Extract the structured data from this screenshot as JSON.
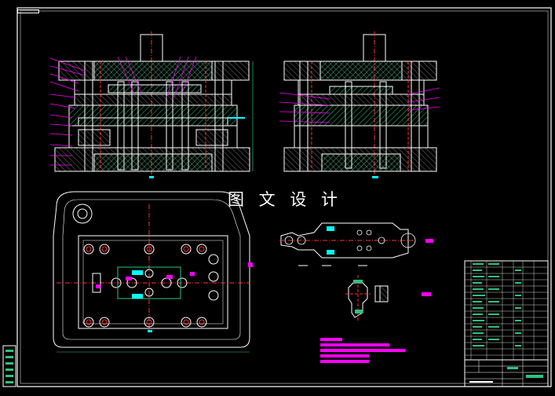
{
  "window": {
    "watermark_text": "图 文 设 计"
  },
  "colors": {
    "background": "#000000",
    "frame": "#ffffff",
    "outline": "#ffffff",
    "centerline": "#ff3030",
    "hatch": "#2ec37f",
    "leader": "#ff00ff",
    "dimension": "#00ffff",
    "title_block": "#ffffff"
  },
  "drawing": {
    "views": [
      "front-section-view",
      "side-section-view",
      "plan-view",
      "strip-layout",
      "part-detail",
      "title-block",
      "bill-of-materials"
    ],
    "technical_requirements_lines": 5
  }
}
